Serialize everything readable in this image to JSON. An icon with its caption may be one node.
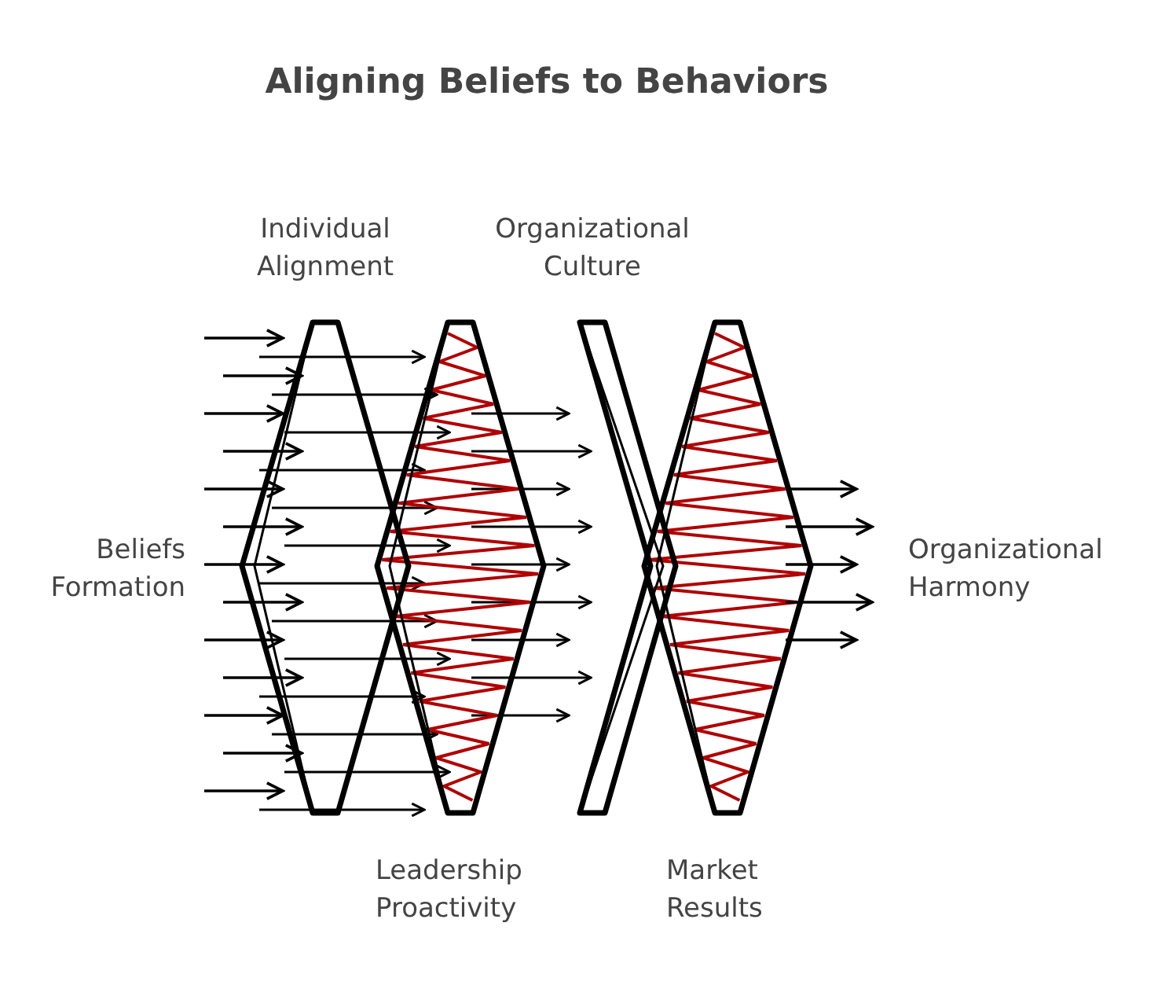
{
  "diagram": {
    "title": "Aligning Beliefs to Behaviors",
    "labels": [
      "Individual Alignment",
      "Organizational Culture",
      "Beliefs Formation",
      "Organizational Harmony",
      "Leadership Proactivity",
      "Market Results"
    ]
  }
}
